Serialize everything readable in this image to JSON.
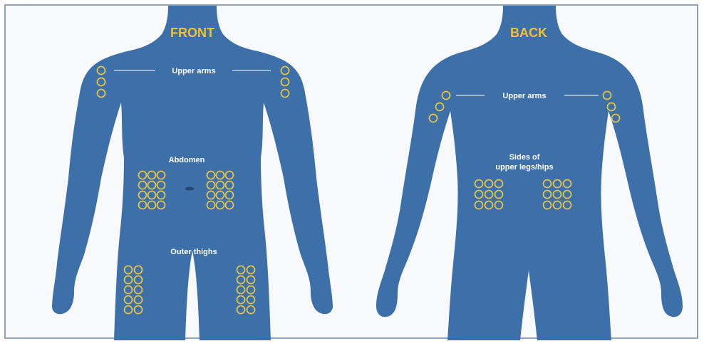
{
  "colors": {
    "body": "#3d6fa8",
    "title": "#f2c12e",
    "label": "#ffffff",
    "injection_site": "#e1c24a",
    "background": "#f7f9fb"
  },
  "front": {
    "title": "FRONT",
    "upper_arms": "Upper arms",
    "abdomen": "Abdomen",
    "outer_thighs": "Outer thighs"
  },
  "back": {
    "title": "BACK",
    "upper_arms": "Upper arms",
    "sides_line1": "Sides of",
    "sides_line2": "upper legs/hips"
  },
  "icons": {
    "injection_site": "circle-outline-icon",
    "navel": "navel-icon"
  }
}
